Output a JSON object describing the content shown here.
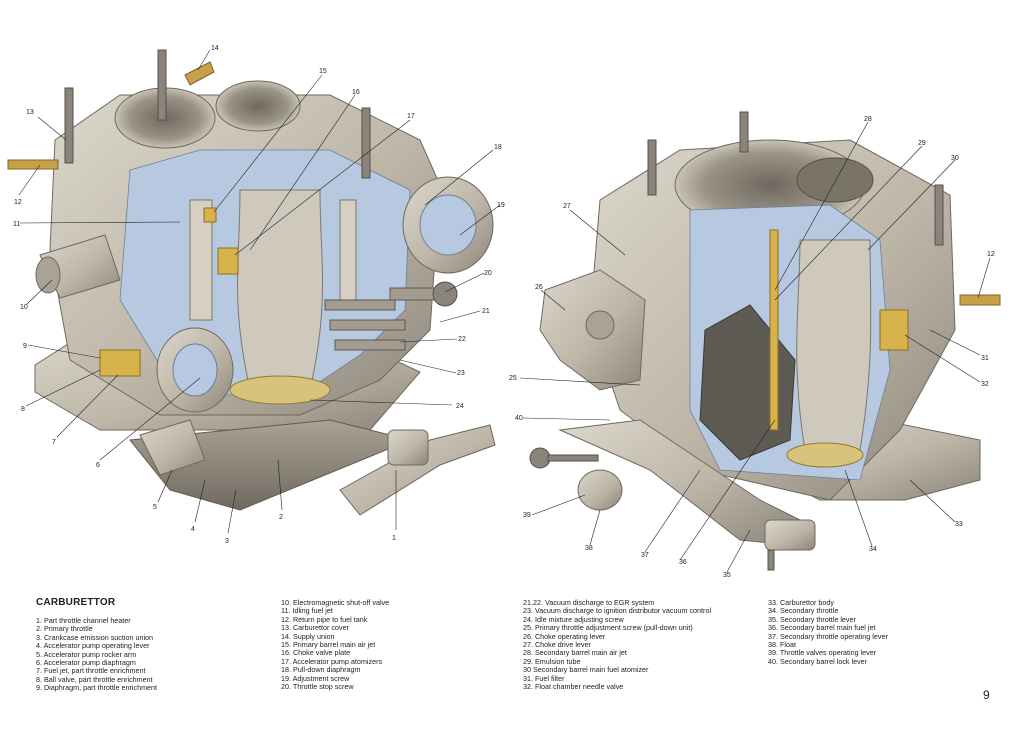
{
  "title": "CARBURETTOR",
  "page_number": "9",
  "callouts": [
    "1",
    "2",
    "3",
    "4",
    "5",
    "6",
    "7",
    "8",
    "9",
    "10",
    "11",
    "12",
    "13",
    "14",
    "15",
    "16",
    "17",
    "18",
    "19",
    "20",
    "21",
    "22",
    "23",
    "24",
    "25",
    "26",
    "27",
    "28",
    "29",
    "30",
    "31",
    "32",
    "33",
    "34",
    "35",
    "36",
    "37",
    "38",
    "39",
    "40"
  ],
  "right_callouts": [
    "12"
  ],
  "legend": {
    "col1": [
      "1. Part throttle channel heater",
      "2. Primary throttle",
      "3. Crankcase emission suction union",
      "4. Accelerator pump operating lever",
      "5. Accelerator pump rocker arm",
      "6. Accelerator pump diaphragm",
      "7. Fuel jet, part throttle enrichment",
      "8. Ball valve, part throttle enrichment",
      "9. Diaphragm, part throttle enrichment"
    ],
    "col2": [
      "10. Electromagnetic shut-off valve",
      "11. Idling fuel jet",
      "12. Return pipe to fuel tank",
      "13. Carburettor cover",
      "14. Supply union",
      "15. Primary barrel main air jet",
      "16. Choke valve plate",
      "17. Accelerator pump atomizers",
      "18. Pull-down diaphragm",
      "19. Adjustment screw",
      "20. Throttle stop screw"
    ],
    "col3": [
      "21.22. Vacuum discharge to EGR system",
      "23. Vacuum discharge to ignition distributor vacuum control",
      "24. Idle mixture adjusting screw",
      "25. Primary throttle adjustment screw (pull-down unit)",
      "26. Choke operating lever",
      "27. Choke drive lever",
      "28. Secondary barrel main air jet",
      "29. Emulsion tube",
      "30 Secondary barrel main fuel atomizer",
      "31. Fuel filter",
      "32. Float chamber needle valve"
    ],
    "col4": [
      "33. Carburettor body",
      "34. Secondary  throttle",
      "35. Secondary throttle lever",
      "36. Secondary barrel main fuel jet",
      "37. Secondary  throttle operating lever",
      "38. Float",
      "39. Throttle valves operating lever",
      "40. Secondary barrel lock lever"
    ]
  }
}
